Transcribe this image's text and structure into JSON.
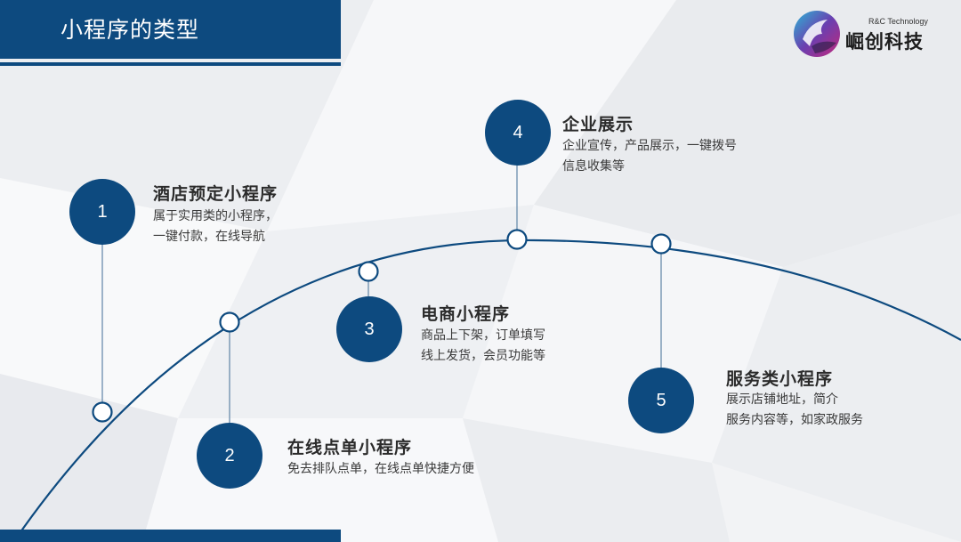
{
  "header": {
    "title": "小程序的类型"
  },
  "logo": {
    "english": "R&C Technology",
    "chinese": "崛创科技"
  },
  "colors": {
    "brand": "#0d4a7f",
    "text": "#2b2b2b",
    "background": "#f3f4f6"
  },
  "items": [
    {
      "number": "1",
      "title": "酒店预定小程序",
      "lines": [
        "属于实用类的小程序，",
        "一键付款，在线导航"
      ]
    },
    {
      "number": "2",
      "title": "在线点单小程序",
      "lines": [
        "免去排队点单，在线点单快捷方便"
      ]
    },
    {
      "number": "3",
      "title": "电商小程序",
      "lines": [
        "商品上下架，订单填写",
        "线上发货，会员功能等"
      ]
    },
    {
      "number": "4",
      "title": "企业展示",
      "lines": [
        "企业宣传，产品展示，一键拨号",
        "信息收集等"
      ]
    },
    {
      "number": "5",
      "title": "服务类小程序",
      "lines": [
        "展示店铺地址，简介",
        "服务内容等，如家政服务"
      ]
    }
  ]
}
